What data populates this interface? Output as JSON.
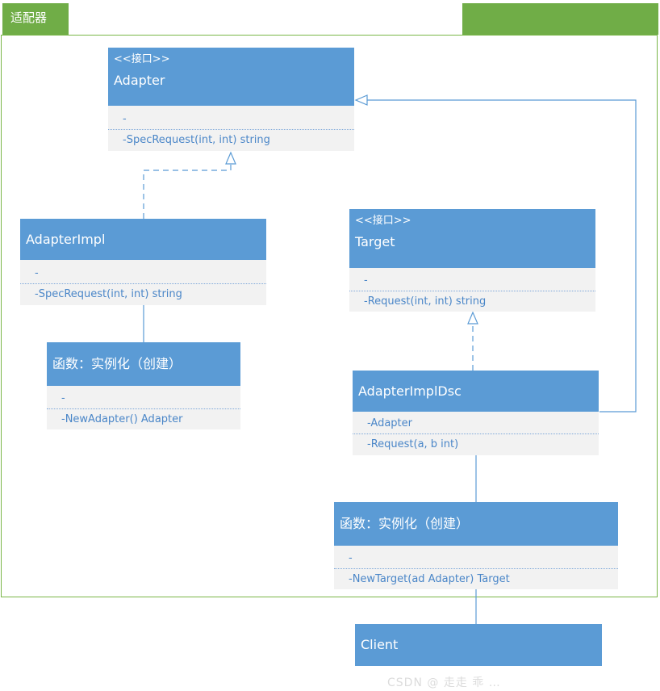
{
  "frame": {
    "title": "适配器"
  },
  "classes": {
    "adapter": {
      "stereotype": "<<接口>>",
      "name": "Adapter",
      "attr": "-",
      "method": "-SpecRequest(int, int) string"
    },
    "adapter_impl": {
      "name": "AdapterImpl",
      "attr": "-",
      "method": "-SpecRequest(int, int) string"
    },
    "func_new_adapter": {
      "name": "函数：实例化（创建）",
      "attr": "-",
      "method": "-NewAdapter() Adapter"
    },
    "target": {
      "stereotype": "<<接口>>",
      "name": "Target",
      "attr": "-",
      "method": "-Request(int, int) string"
    },
    "adapter_impl_dsc": {
      "name": "AdapterImplDsc",
      "attr": "-Adapter",
      "method": "-Request(a, b int)"
    },
    "func_new_target": {
      "name": "函数：实例化（创建）",
      "attr": "-",
      "method": "-NewTarget(ad Adapter) Target"
    },
    "client": {
      "name": "Client"
    }
  },
  "watermark": "CSDN @ 走走 乖 …"
}
